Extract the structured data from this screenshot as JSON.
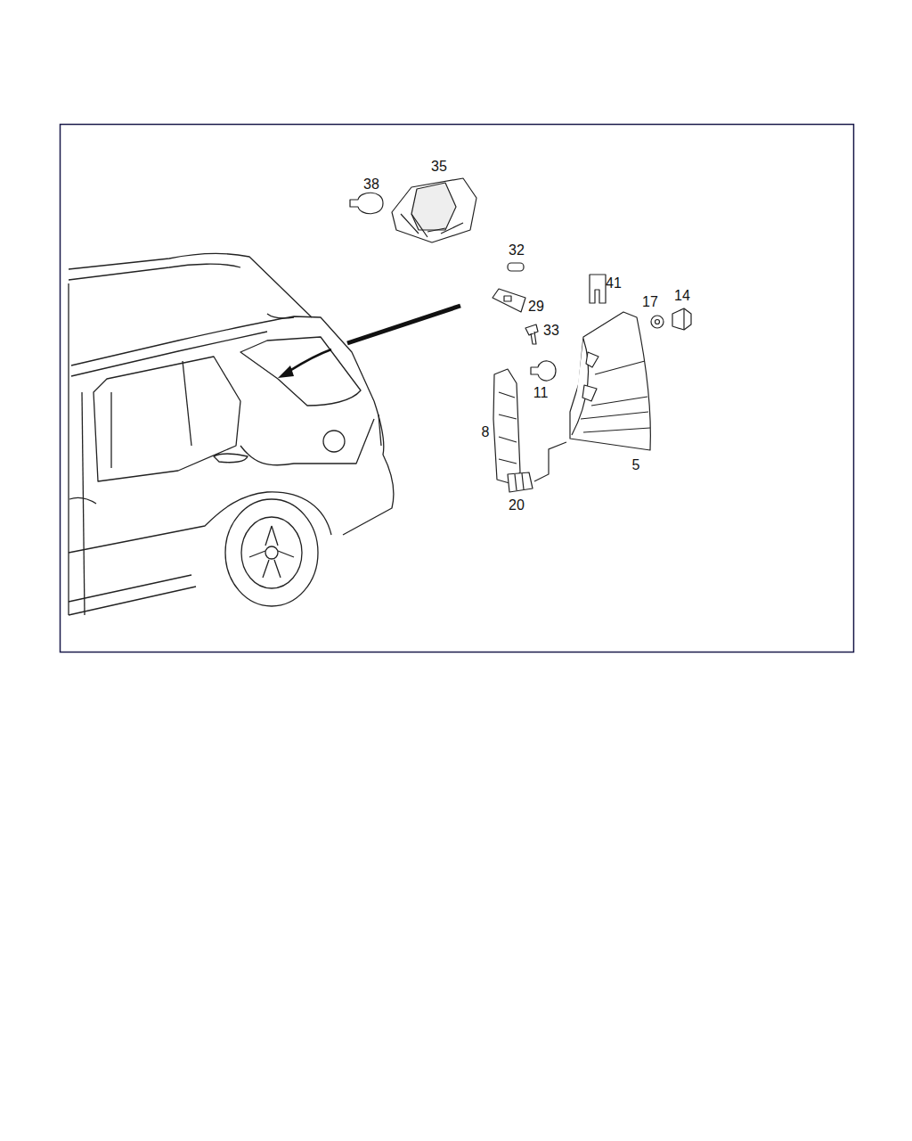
{
  "diagram": {
    "labels": [
      "38",
      "35",
      "32",
      "41",
      "29",
      "17",
      "14",
      "33",
      "11",
      "8",
      "5",
      "20"
    ]
  }
}
